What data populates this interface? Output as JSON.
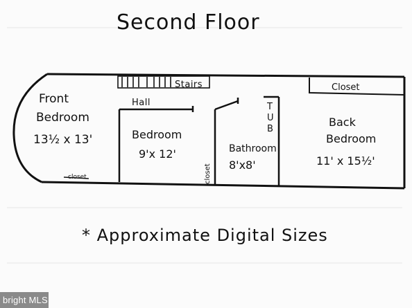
{
  "title": "Second Floor",
  "rooms": {
    "front_bedroom": {
      "name_line1": "Front",
      "name_line2": "Bedroom",
      "size": "13½ x 13'"
    },
    "bedroom": {
      "name": "Bedroom",
      "size": "9'x 12'"
    },
    "bathroom": {
      "name": "Bathroom",
      "size": "8'x8'"
    },
    "back_bedroom": {
      "name_line1": "Back",
      "name_line2": "Bedroom",
      "size": "11' x 15½'"
    }
  },
  "labels": {
    "stairs": "Stairs",
    "hall": "Hall",
    "closet_top": "Closet",
    "closet_left": "closet",
    "closet_vertical": "closet",
    "tub_t": "T",
    "tub_u": "U",
    "tub_b": "B"
  },
  "note": "* Approximate Digital Sizes",
  "watermark": "bright MLS",
  "colors": {
    "ink": "#111111",
    "paper": "#fbfbfb",
    "watermark_bg": "#8a8a8a"
  }
}
